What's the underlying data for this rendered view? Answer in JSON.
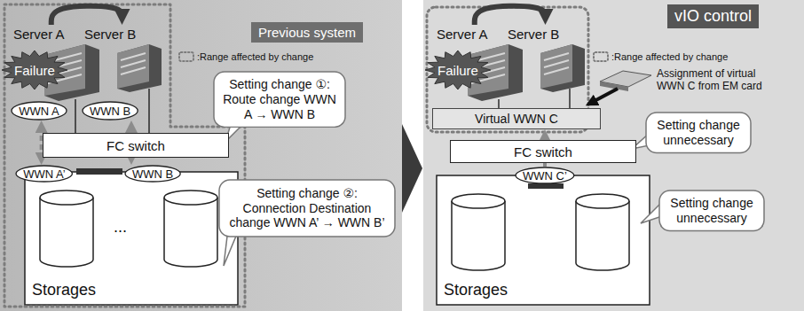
{
  "diagram": {
    "nodes": [
      {
        "text": [
          "Previous system"
        ]
      },
      {
        "text": [
          "Server A"
        ],
        "in": 0
      },
      {
        "text": [
          "Server B"
        ],
        "in": 0
      },
      {
        "text": [
          "Failure"
        ],
        "in": 0
      },
      {
        "text": [
          "WWN A"
        ],
        "in": 0
      },
      {
        "text": [
          "WWN B"
        ],
        "in": 0
      },
      {
        "text": [
          "Setting change ①: Route change WWN A → WWN B"
        ],
        "in": 0
      },
      {
        "text": [
          "FC switch"
        ],
        "in": 0
      },
      {
        "text": [
          "WWN A’"
        ],
        "in": 0
      },
      {
        "text": [
          "WWN B"
        ],
        "in": 0
      },
      {
        "text": [
          "Setting change ②: Connection Destination change WWN A’ → WWN B’"
        ],
        "in": 0
      },
      {
        "text": [
          "Storages"
        ],
        "in": 0
      },
      {
        "text": [
          "vIO control"
        ]
      },
      {
        "text": [
          "Server A"
        ],
        "in": 12
      },
      {
        "text": [
          "Server B"
        ],
        "in": 12
      },
      {
        "text": [
          "Failure"
        ],
        "in": 12
      },
      {
        "text": [
          "Virtual WWN C"
        ],
        "in": 12
      },
      {
        "text": [
          "Setting change unnecessary"
        ],
        "in": 12
      },
      {
        "text": [
          "FC switch"
        ],
        "in": 12
      },
      {
        "text": [
          "WWN C’"
        ],
        "in": 12
      },
      {
        "text": [
          "Setting change unnecessary"
        ],
        "in": 12
      },
      {
        "text": [
          "Storages"
        ],
        "in": 12
      }
    ],
    "edges": [
      {
        "from": 1,
        "to": 2,
        "arrow": "to"
      },
      {
        "from": 4,
        "to": 8,
        "arrow": "both"
      },
      {
        "from": 5,
        "to": 9,
        "arrow": "both"
      },
      {
        "from": 1,
        "to": 7,
        "arrow": "none"
      },
      {
        "from": 2,
        "to": 7,
        "arrow": "none"
      },
      {
        "from": 13,
        "to": 14,
        "arrow": "to"
      },
      {
        "from": 13,
        "to": 16,
        "arrow": "none"
      },
      {
        "from": 14,
        "to": 16,
        "arrow": "none"
      },
      {
        "from": 19,
        "to": 16,
        "arrow": "to"
      }
    ],
    "labels": [
      "...",
      "Assignment of virtual WWN C from EM card"
    ],
    "legend": [
      {
        "text": ":Range affected by change"
      },
      {
        "text": ":Range affected by change"
      }
    ]
  }
}
